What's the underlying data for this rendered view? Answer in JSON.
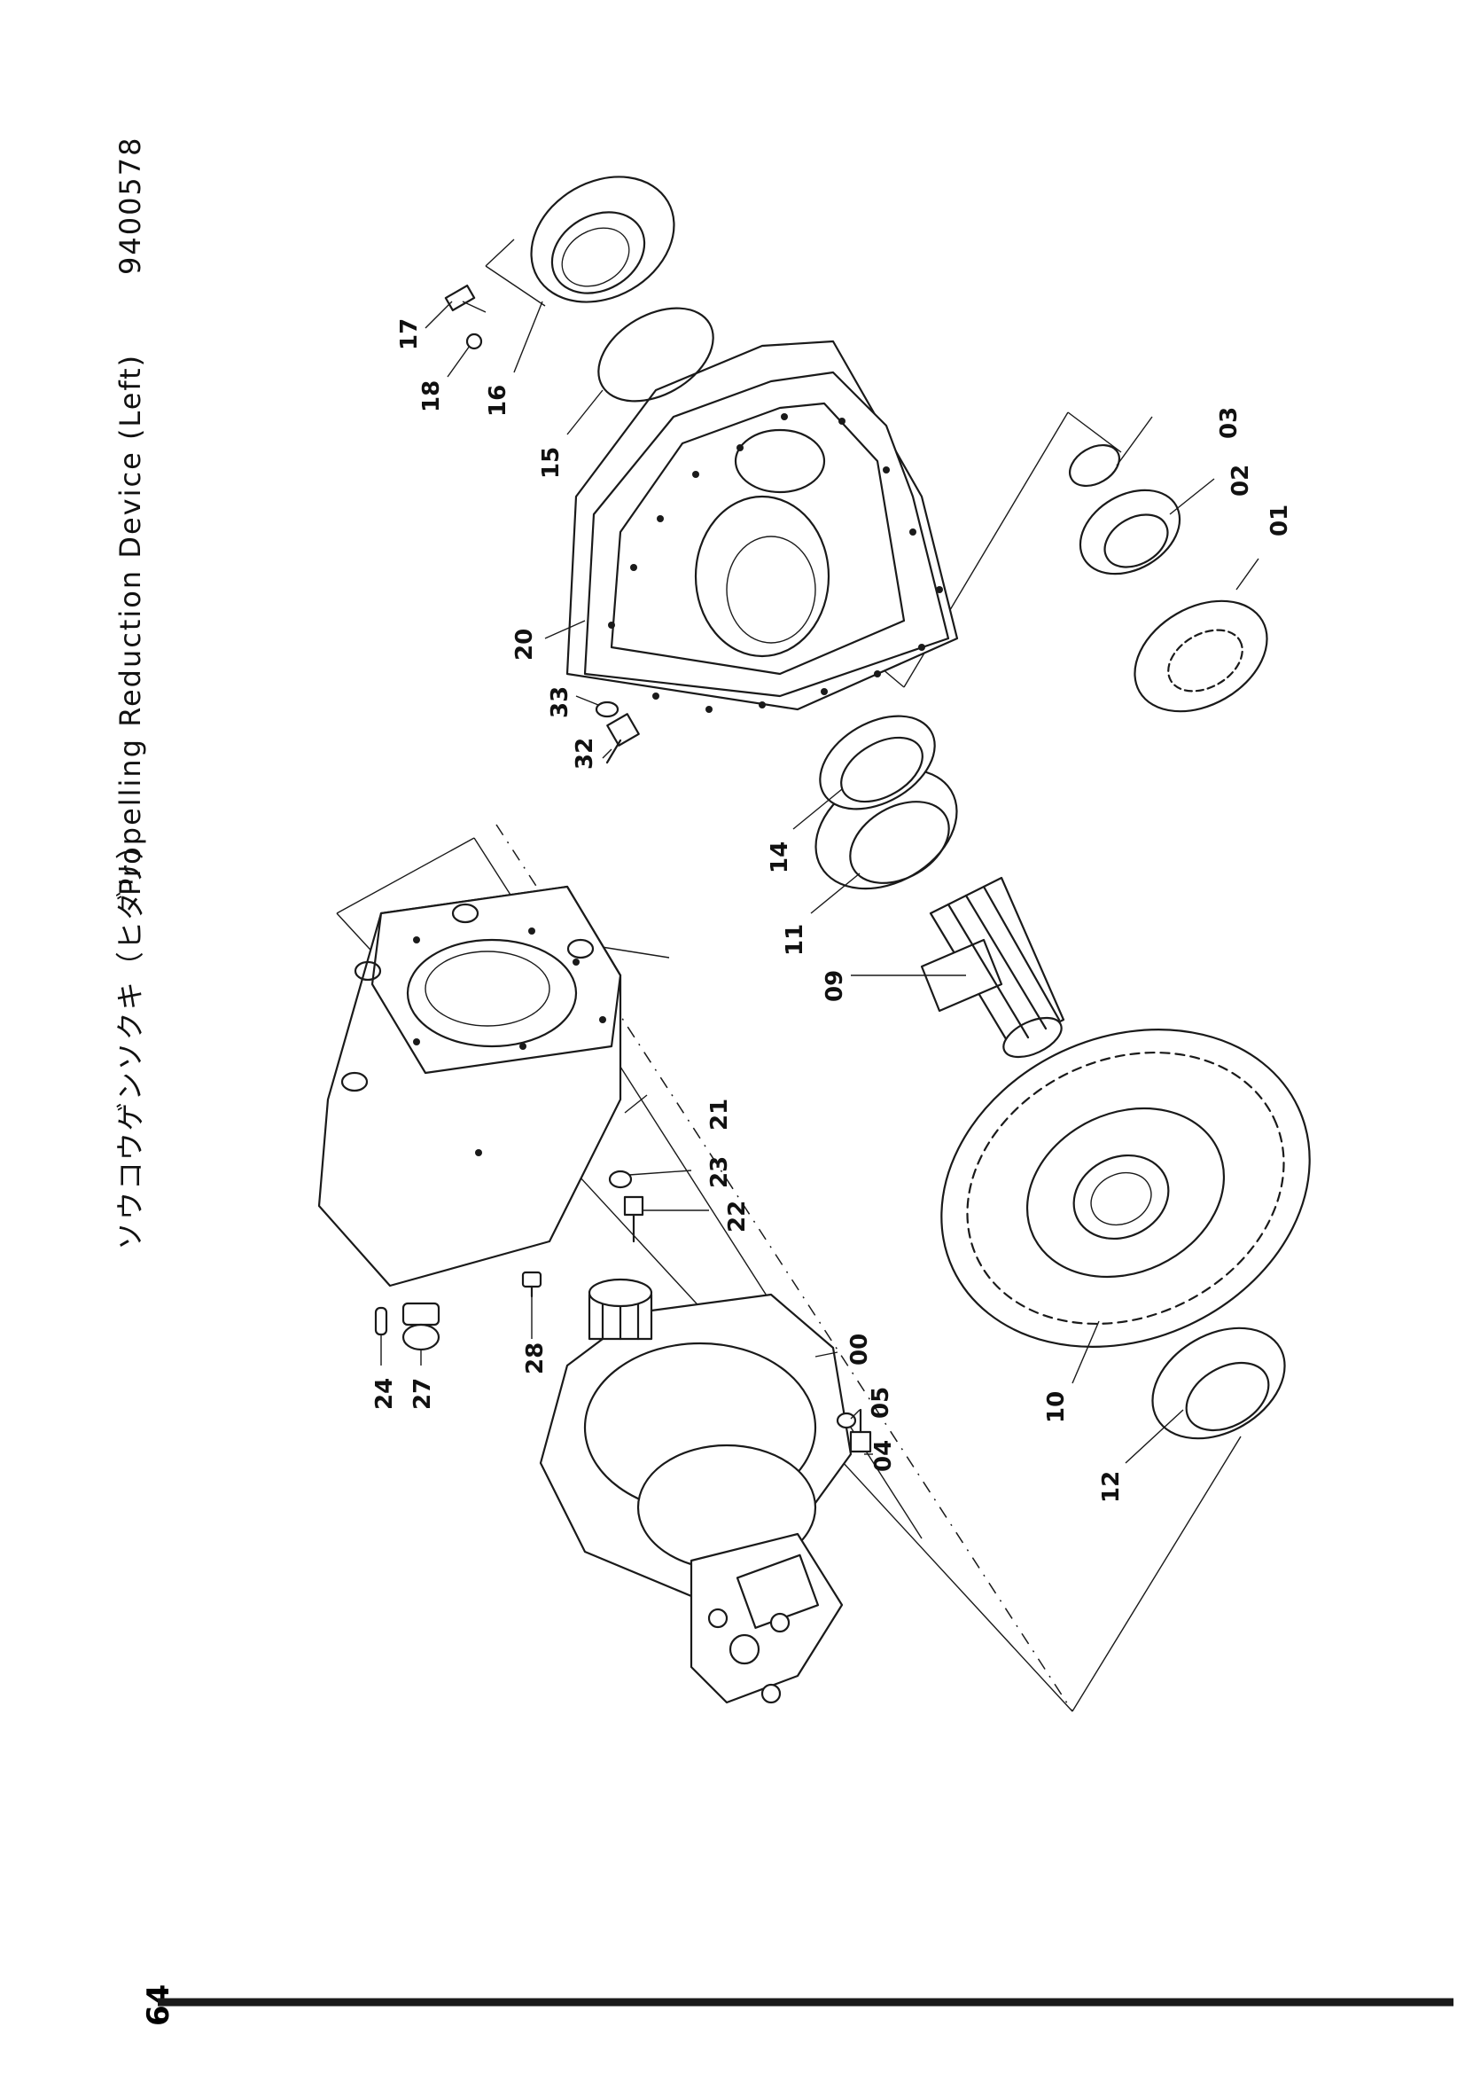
{
  "page": {
    "header_japanese": "ソウコウゲンソクキ（ヒダリ）",
    "header_title": "Propelling Reduction Device (Left)",
    "header_code": "9400578",
    "page_number": "64"
  },
  "callouts": {
    "p00": "00",
    "p01": "01",
    "p02": "02",
    "p03": "03",
    "p04": "04",
    "p05": "05",
    "p09": "09",
    "p10": "10",
    "p11": "11",
    "p12": "12",
    "p14": "14",
    "p15": "15",
    "p16": "16",
    "p17": "17",
    "p18": "18",
    "p20": "20",
    "p21": "21",
    "p22": "22",
    "p23": "23",
    "p24": "24",
    "p27": "27",
    "p28": "28",
    "p32": "32",
    "p33": "33"
  }
}
